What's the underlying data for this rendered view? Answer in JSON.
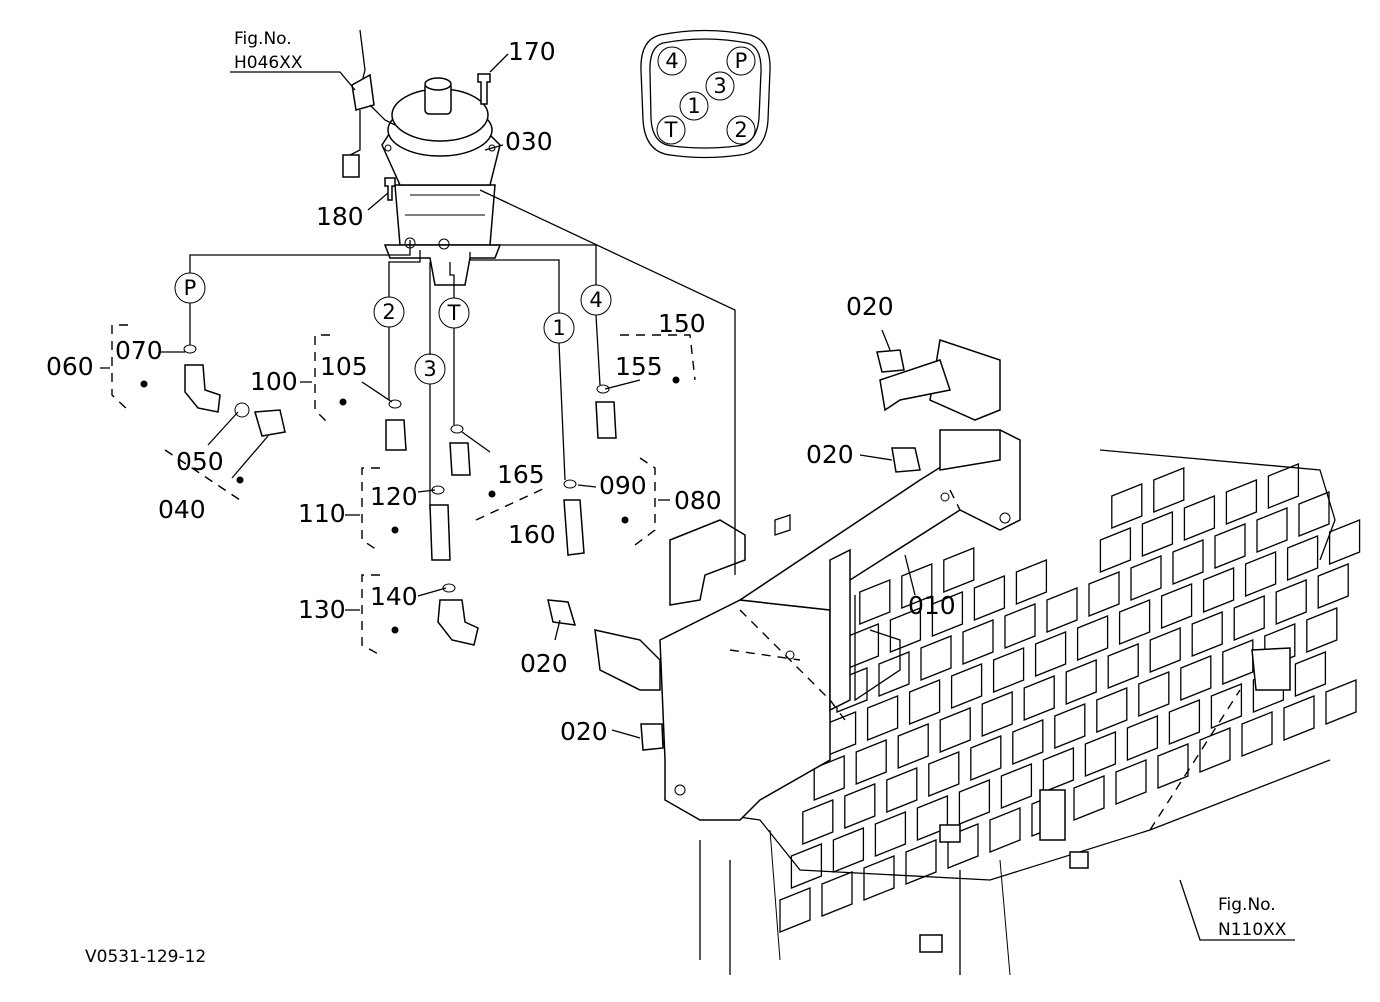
{
  "fig_refs": {
    "top": {
      "line1": "Fig.No.",
      "line2": "H046XX"
    },
    "bottom": {
      "line1": "Fig.No.",
      "line2": "N110XX"
    }
  },
  "drawing_id": "V0531-129-12",
  "port_key": {
    "p4": "4",
    "pP": "P",
    "p3": "3",
    "p1": "1",
    "pT": "T",
    "p2": "2"
  },
  "ports": {
    "P": "P",
    "p2": "2",
    "T": "T",
    "p3": "3",
    "p1": "1",
    "p4": "4"
  },
  "parts": {
    "p010": "010",
    "p020a": "020",
    "p020b": "020",
    "p020c": "020",
    "p020d": "020",
    "p030": "030",
    "p040": "040",
    "p050": "050",
    "p060": "060",
    "p070": "070",
    "p080": "080",
    "p090": "090",
    "p100": "100",
    "p105": "105",
    "p110": "110",
    "p120": "120",
    "p130": "130",
    "p140": "140",
    "p150": "150",
    "p155": "155",
    "p160": "160",
    "p165": "165",
    "p170": "170",
    "p180": "180"
  }
}
